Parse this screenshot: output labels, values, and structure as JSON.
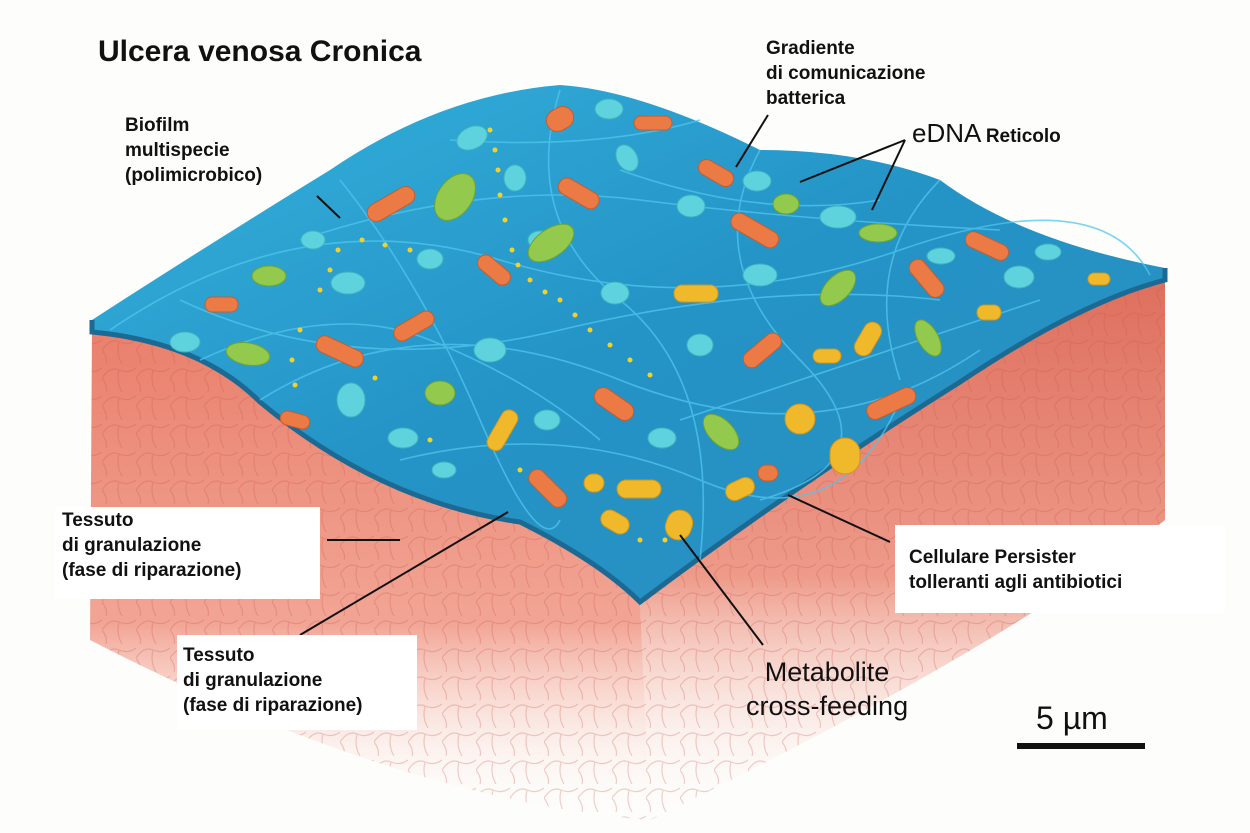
{
  "title": "Ulcera venosa Cronica",
  "labels": {
    "biofilm": "Biofilm\nmultispecie\n(polimicrobico)",
    "gradient": "Gradiente\ndi comunicazione\nbatterica",
    "edna_prefix": "eDNA",
    "edna_suffix": "Reticolo",
    "tissue_1": "Tessuto\ndi granulazione\n(fase di riparazione)",
    "tissue_2": "Tessuto\ndi granulazione\n(fase di riparazione)",
    "persister": "Cellulare Persister\ntolleranti agli antibiotici",
    "metabolite": "Metabolite\ncross-feeding"
  },
  "scale_bar": {
    "label": "5 µm"
  },
  "colors": {
    "biofilm": "#2a9fd0",
    "biofilm_dark": "#1d6f99",
    "tissue": "#e8826f",
    "bacteria_cyan": "#5fd3dd",
    "bacteria_orange": "#ec7a44",
    "bacteria_green": "#93c94c",
    "bacteria_yellow": "#f0b92c",
    "signal_dots": "#f2d22a"
  }
}
